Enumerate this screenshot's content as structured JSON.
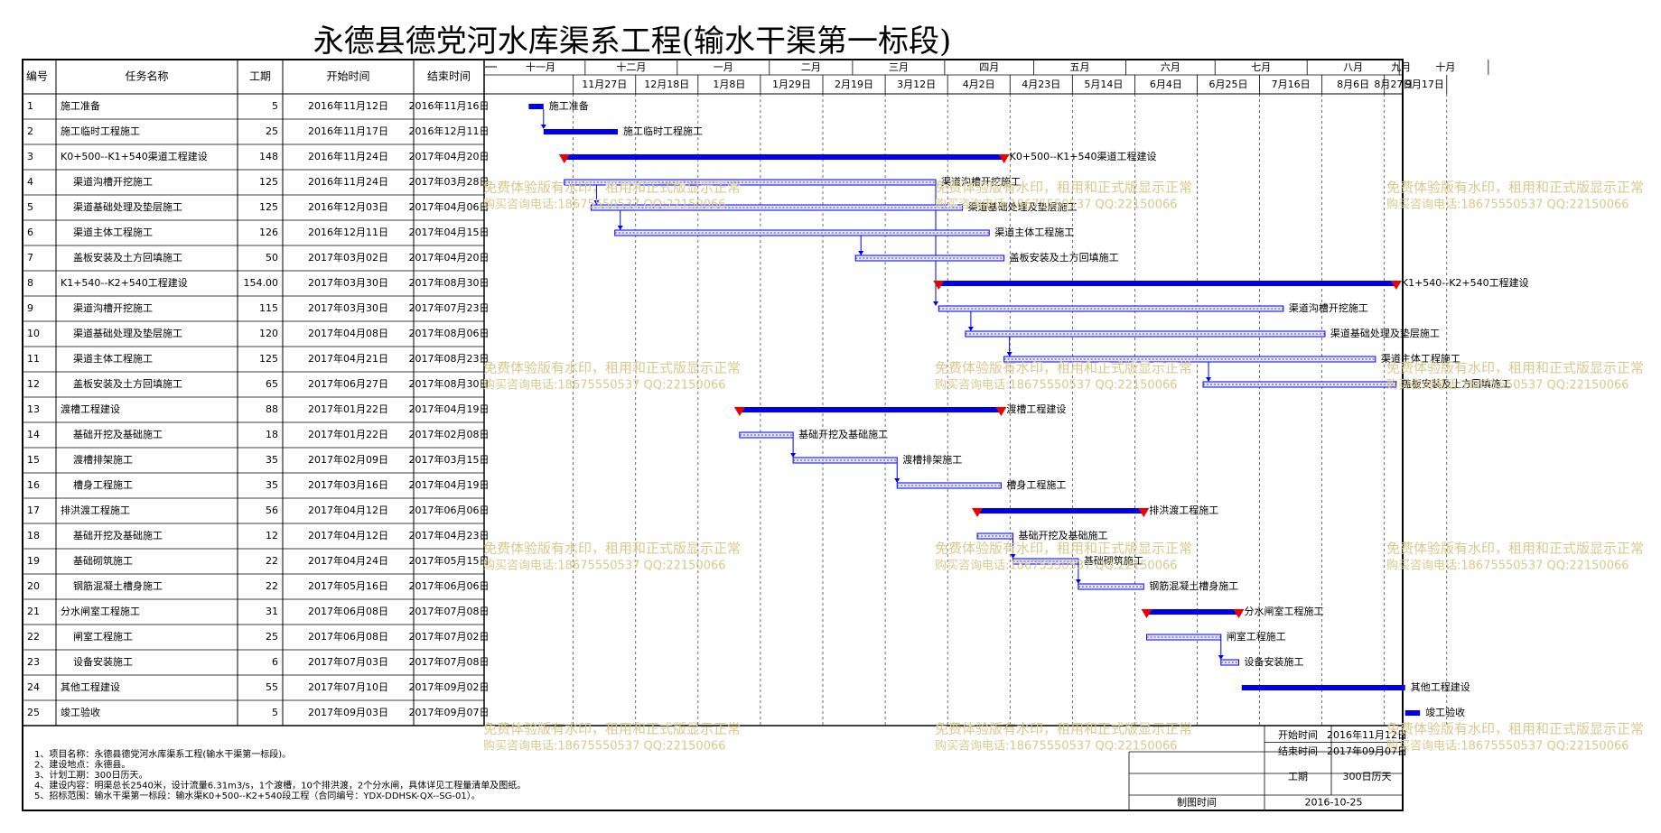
{
  "title": "永德县德党河水库渠系工程(输水干渠第一标段)",
  "columns": {
    "id": "编号",
    "name": "任务名称",
    "duration": "工期",
    "start": "开始时间",
    "end": "结束时间"
  },
  "timeline": {
    "months": [
      {
        "label": "十一月",
        "start": "2016-11-01"
      },
      {
        "label": "十二月",
        "start": "2016-12-01"
      },
      {
        "label": "一月",
        "start": "2017-01-01"
      },
      {
        "label": "二月",
        "start": "2017-02-01"
      },
      {
        "label": "三月",
        "start": "2017-03-01"
      },
      {
        "label": "四月",
        "start": "2017-04-01"
      },
      {
        "label": "五月",
        "start": "2017-05-01"
      },
      {
        "label": "六月",
        "start": "2017-06-01"
      },
      {
        "label": "七月",
        "start": "2017-07-01"
      },
      {
        "label": "八月",
        "start": "2017-08-01"
      },
      {
        "label": "九月",
        "start": "2017-09-01"
      },
      {
        "label": "十月",
        "start": "2017-10-01"
      }
    ],
    "weeks": [
      {
        "label": "11月27日",
        "date": "2016-11-27"
      },
      {
        "label": "12月18日",
        "date": "2016-12-18"
      },
      {
        "label": "1月8日",
        "date": "2017-01-08"
      },
      {
        "label": "1月29日",
        "date": "2017-01-29"
      },
      {
        "label": "2月19日",
        "date": "2017-02-19"
      },
      {
        "label": "3月12日",
        "date": "2017-03-12"
      },
      {
        "label": "4月2日",
        "date": "2017-04-02"
      },
      {
        "label": "4月23日",
        "date": "2017-04-23"
      },
      {
        "label": "5月14日",
        "date": "2017-05-14"
      },
      {
        "label": "6月4日",
        "date": "2017-06-04"
      },
      {
        "label": "6月25日",
        "date": "2017-06-25"
      },
      {
        "label": "7月16日",
        "date": "2017-07-16"
      },
      {
        "label": "8月6日",
        "date": "2017-08-06"
      },
      {
        "label": "8月27日",
        "date": "2017-08-27"
      },
      {
        "label": "9月17日",
        "date": "2017-09-17"
      }
    ]
  },
  "chart_data": {
    "type": "gantt",
    "tasks": [
      {
        "id": "1",
        "name": "施工准备",
        "duration": "5",
        "start_text": "2016年11月12日",
        "end_text": "2016年11月16日",
        "start": "2016-11-12",
        "end": "2016-11-16",
        "kind": "task",
        "indent": 0
      },
      {
        "id": "2",
        "name": "施工临时工程施工",
        "duration": "25",
        "start_text": "2016年11月17日",
        "end_text": "2016年12月11日",
        "start": "2016-11-17",
        "end": "2016-12-11",
        "kind": "task",
        "indent": 0
      },
      {
        "id": "3",
        "name": "K0+500--K1+540渠道工程建设",
        "duration": "148",
        "start_text": "2016年11月24日",
        "end_text": "2017年04月20日",
        "start": "2016-11-24",
        "end": "2017-04-20",
        "kind": "summary",
        "indent": 0
      },
      {
        "id": "4",
        "name": "渠道沟槽开挖施工",
        "duration": "125",
        "start_text": "2016年11月24日",
        "end_text": "2017年03月28日",
        "start": "2016-11-24",
        "end": "2017-03-28",
        "kind": "subtask",
        "indent": 1
      },
      {
        "id": "5",
        "name": "渠道基础处理及垫层施工",
        "duration": "125",
        "start_text": "2016年12月03日",
        "end_text": "2017年04月06日",
        "start": "2016-12-03",
        "end": "2017-04-06",
        "kind": "subtask",
        "indent": 1
      },
      {
        "id": "6",
        "name": "渠道主体工程施工",
        "duration": "126",
        "start_text": "2016年12月11日",
        "end_text": "2017年04月15日",
        "start": "2016-12-11",
        "end": "2017-04-15",
        "kind": "subtask",
        "indent": 1
      },
      {
        "id": "7",
        "name": "盖板安装及土方回填施工",
        "duration": "50",
        "start_text": "2017年03月02日",
        "end_text": "2017年04月20日",
        "start": "2017-03-02",
        "end": "2017-04-20",
        "kind": "subtask",
        "indent": 1
      },
      {
        "id": "8",
        "name": "K1+540--K2+540工程建设",
        "duration": "154.00",
        "start_text": "2017年03月30日",
        "end_text": "2017年08月30日",
        "start": "2017-03-30",
        "end": "2017-08-30",
        "kind": "summary",
        "indent": 0
      },
      {
        "id": "9",
        "name": "渠道沟槽开挖施工",
        "duration": "115",
        "start_text": "2017年03月30日",
        "end_text": "2017年07月23日",
        "start": "2017-03-30",
        "end": "2017-07-23",
        "kind": "subtask",
        "indent": 1
      },
      {
        "id": "10",
        "name": "渠道基础处理及垫层施工",
        "duration": "120",
        "start_text": "2017年04月08日",
        "end_text": "2017年08月06日",
        "start": "2017-04-08",
        "end": "2017-08-06",
        "kind": "subtask",
        "indent": 1
      },
      {
        "id": "11",
        "name": "渠道主体工程施工",
        "duration": "125",
        "start_text": "2017年04月21日",
        "end_text": "2017年08月23日",
        "start": "2017-04-21",
        "end": "2017-08-23",
        "kind": "subtask",
        "indent": 1
      },
      {
        "id": "12",
        "name": "盖板安装及土方回填施工",
        "duration": "65",
        "start_text": "2017年06月27日",
        "end_text": "2017年08月30日",
        "start": "2017-06-27",
        "end": "2017-08-30",
        "kind": "subtask",
        "indent": 1
      },
      {
        "id": "13",
        "name": "渡槽工程建设",
        "duration": "88",
        "start_text": "2017年01月22日",
        "end_text": "2017年04月19日",
        "start": "2017-01-22",
        "end": "2017-04-19",
        "kind": "summary",
        "indent": 0
      },
      {
        "id": "14",
        "name": "基础开挖及基础施工",
        "duration": "18",
        "start_text": "2017年01月22日",
        "end_text": "2017年02月08日",
        "start": "2017-01-22",
        "end": "2017-02-08",
        "kind": "subtask",
        "indent": 1
      },
      {
        "id": "15",
        "name": "渡槽排架施工",
        "duration": "35",
        "start_text": "2017年02月09日",
        "end_text": "2017年03月15日",
        "start": "2017-02-09",
        "end": "2017-03-15",
        "kind": "subtask",
        "indent": 1
      },
      {
        "id": "16",
        "name": "槽身工程施工",
        "duration": "35",
        "start_text": "2017年03月16日",
        "end_text": "2017年04月19日",
        "start": "2017-03-16",
        "end": "2017-04-19",
        "kind": "subtask",
        "indent": 1
      },
      {
        "id": "17",
        "name": "排洪渡工程施工",
        "duration": "56",
        "start_text": "2017年04月12日",
        "end_text": "2017年06月06日",
        "start": "2017-04-12",
        "end": "2017-06-06",
        "kind": "summary",
        "indent": 0
      },
      {
        "id": "18",
        "name": "基础开挖及基础施工",
        "duration": "12",
        "start_text": "2017年04月12日",
        "end_text": "2017年04月23日",
        "start": "2017-04-12",
        "end": "2017-04-23",
        "kind": "subtask",
        "indent": 1
      },
      {
        "id": "19",
        "name": "基础砌筑施工",
        "duration": "22",
        "start_text": "2017年04月24日",
        "end_text": "2017年05月15日",
        "start": "2017-04-24",
        "end": "2017-05-15",
        "kind": "subtask",
        "indent": 1
      },
      {
        "id": "20",
        "name": "钢筋混凝土槽身施工",
        "duration": "22",
        "start_text": "2017年05月16日",
        "end_text": "2017年06月06日",
        "start": "2017-05-16",
        "end": "2017-06-06",
        "kind": "subtask",
        "indent": 1
      },
      {
        "id": "21",
        "name": "分水闸室工程施工",
        "duration": "31",
        "start_text": "2017年06月08日",
        "end_text": "2017年07月08日",
        "start": "2017-06-08",
        "end": "2017-07-08",
        "kind": "summary",
        "indent": 0
      },
      {
        "id": "22",
        "name": "闸室工程施工",
        "duration": "25",
        "start_text": "2017年06月08日",
        "end_text": "2017年07月02日",
        "start": "2017-06-08",
        "end": "2017-07-02",
        "kind": "subtask",
        "indent": 1
      },
      {
        "id": "23",
        "name": "设备安装施工",
        "duration": "6",
        "start_text": "2017年07月03日",
        "end_text": "2017年07月08日",
        "start": "2017-07-03",
        "end": "2017-07-08",
        "kind": "subtask",
        "indent": 1
      },
      {
        "id": "24",
        "name": "其他工程建设",
        "duration": "55",
        "start_text": "2017年07月10日",
        "end_text": "2017年09月02日",
        "start": "2017-07-10",
        "end": "2017-09-02",
        "kind": "task",
        "indent": 0
      },
      {
        "id": "25",
        "name": "竣工验收",
        "duration": "5",
        "start_text": "2017年09月03日",
        "end_text": "2017年09月07日",
        "start": "2017-09-03",
        "end": "2017-09-07",
        "kind": "task",
        "indent": 0
      }
    ],
    "dependencies": [
      [
        1,
        2
      ],
      [
        4,
        5
      ],
      [
        5,
        6
      ],
      [
        6,
        7
      ],
      [
        4,
        9
      ],
      [
        9,
        10
      ],
      [
        10,
        11
      ],
      [
        11,
        12
      ],
      [
        14,
        15
      ],
      [
        15,
        16
      ],
      [
        18,
        19
      ],
      [
        19,
        20
      ],
      [
        22,
        23
      ]
    ]
  },
  "notes": [
    "1、项目名称：永德县德党河水库渠系工程(输水干渠第一标段)。",
    "2、建设地点：永德县。",
    "3、计划工期：300日历天。",
    "4、建设内容：明渠总长2540米，设计流量6.31m3/s，1个渡槽，10个排洪渡，2个分水闸，具体详见工程量清单及图纸。",
    "5、招标范围：输水干渠第一标段：输水渠K0+500--K2+540段工程（合同编号：YDX-DDHSK-QX--SG-01）。"
  ],
  "summary_box": {
    "start_label": "开始时间",
    "start_value": "2016年11月12日",
    "end_label": "结束时间",
    "end_value": "2017年09月07日",
    "duration_label": "工期",
    "duration_value": "300日历天",
    "draw_label": "制图时间",
    "draw_value": "2016-10-25"
  },
  "watermark": {
    "line1": "免费体验版有水印，租用和正式版显示正常",
    "line2": "购买咨询电话:18675550537 QQ:22150066"
  },
  "colors": {
    "bar": "#0000ee",
    "subtask_fill": "#e6e6ff",
    "marker": "#ee0000",
    "watermark": "#d9c98c",
    "border": "#000000"
  }
}
